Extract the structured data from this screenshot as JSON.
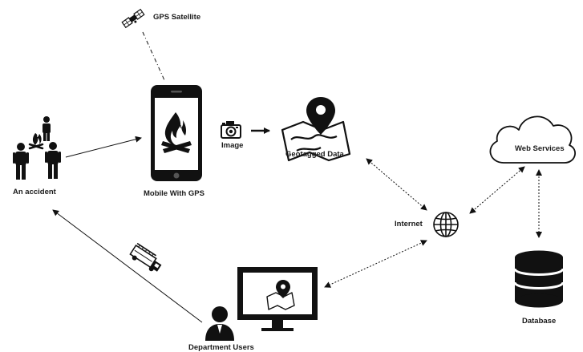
{
  "labels": {
    "gps_satellite": "GPS Satellite",
    "an_accident": "An accident",
    "mobile_with_gps": "Mobile With GPS",
    "image": "Image",
    "geotagged_data": "Geotagged Data",
    "web_services": "Web Services",
    "internet": "Internet",
    "database": "Database",
    "department_users": "Department Users"
  },
  "colors": {
    "ink": "#111111",
    "fire": "#ffffff",
    "screen": "#ffffff"
  },
  "icons": [
    "satellite-icon",
    "people-icon",
    "campfire-icon",
    "smartphone-icon",
    "camera-icon",
    "map-pin-icon",
    "globe-icon",
    "cloud-icon",
    "database-icon",
    "monitor-icon",
    "user-icon",
    "fire-truck-icon"
  ]
}
